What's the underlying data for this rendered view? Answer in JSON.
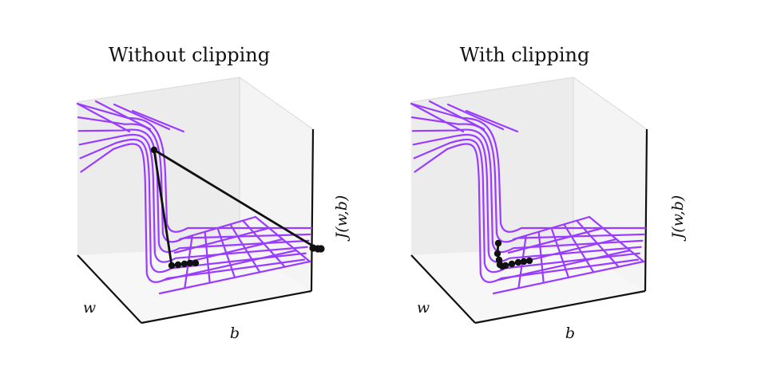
{
  "colors": {
    "surface": "#9a3cff",
    "trajectory": "#111111"
  },
  "panels": [
    {
      "title": "Without clipping",
      "axis_labels": {
        "w": "w",
        "b": "b",
        "j": "J(w,b)"
      },
      "trajectory": "exploding"
    },
    {
      "title": "With clipping",
      "axis_labels": {
        "w": "w",
        "b": "b",
        "j": "J(w,b)"
      },
      "trajectory": "clipped"
    }
  ]
}
